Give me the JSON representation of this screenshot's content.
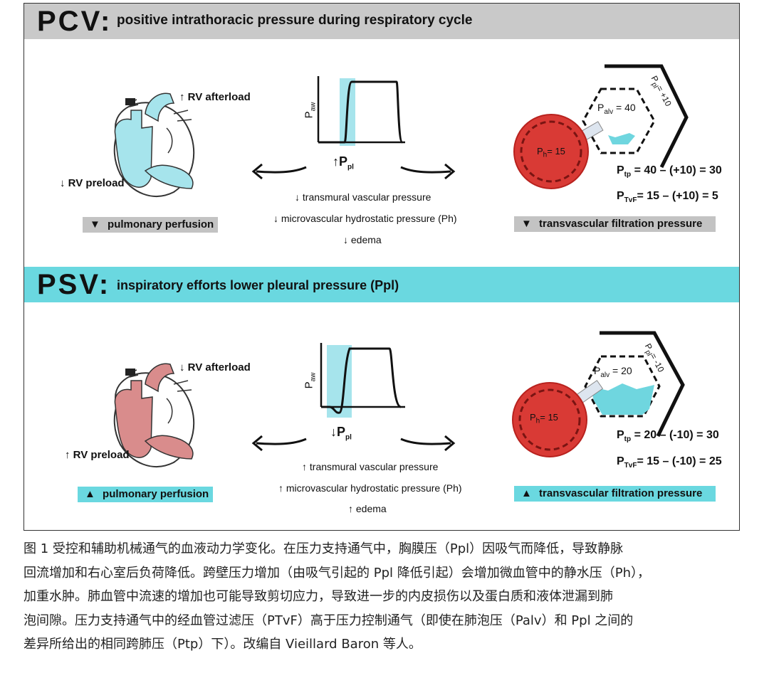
{
  "pcv": {
    "mode": "PCV:",
    "title": "positive intrathoracic pressure during respiratory cycle",
    "rv_afterload": "↑ RV afterload",
    "rv_preload": "↓ RV preload",
    "perfusion": "pulmonary perfusion",
    "paw_label": "P",
    "paw_sub": "aw",
    "ppl_prefix": "↑P",
    "ppl_sub": "pl",
    "effects": [
      "↓ transmural vascular pressure",
      "↓ microvascular hydrostatic pressure (Ph)",
      "↓ edema"
    ],
    "filtration": "transvascular filtration pressure",
    "ph_label": "P",
    "ph_sub": "h",
    "ph_val": "= 15",
    "palv_label": "P",
    "palv_sub": "alv",
    "palv_val": "= 40",
    "ppl_side": "P",
    "ppl_side_sub": "pl",
    "ppl_side_val": "= +10",
    "ptp_label": "P",
    "ptp_sub": "tp",
    "ptp_eq": "= 40 – (+10) = 30",
    "ptvf_label": "P",
    "ptvf_sub": "TvF",
    "ptvf_eq": "= 15 – (+10) = 5",
    "heart_color": "#a6e4ec"
  },
  "psv": {
    "mode": "PSV:",
    "title": "inspiratory efforts lower pleural pressure (Ppl)",
    "rv_afterload": "↓ RV afterload",
    "rv_preload": "↑ RV preload",
    "perfusion": "pulmonary perfusion",
    "paw_label": "P",
    "paw_sub": "aw",
    "ppl_prefix": "↓P",
    "ppl_sub": "pl",
    "effects": [
      "↑ transmural vascular pressure",
      "↑ microvascular hydrostatic pressure (Ph)",
      "↑ edema"
    ],
    "filtration": "transvascular filtration pressure",
    "ph_label": "P",
    "ph_sub": "h",
    "ph_val": "= 15",
    "palv_label": "P",
    "palv_sub": "alv",
    "palv_val": "= 20",
    "ppl_side": "P",
    "ppl_side_sub": "pl",
    "ppl_side_val": "= -10",
    "ptp_label": "P",
    "ptp_sub": "tp",
    "ptp_eq": "= 20 – (-10) = 30",
    "ptvf_label": "P",
    "ptvf_sub": "TvF",
    "ptvf_eq": "= 15 – (-10) = 25",
    "heart_color": "#d98c8c"
  },
  "caption": [
    "图 1 受控和辅助机械通气的血液动力学变化。在压力支持通气中，胸膜压（Ppl）因吸气而降低，导致静脉",
    "回流增加和右心室后负荷降低。跨壁压力增加（由吸气引起的 Ppl 降低引起）会增加微血管中的静水压（Ph），",
    "加重水肿。肺血管中流速的增加也可能导致剪切应力，导致进一步的内皮损伤以及蛋白质和液体泄漏到肺",
    "泡间隙。压力支持通气中的经血管过滤压（PTvF）高于压力控制通气（即使在肺泡压（Palv）和 Ppl 之间的",
    "差异所给出的相同跨肺压（Ptp）下）。改编自 Vieillard Baron 等人。"
  ],
  "colors": {
    "gray_bar": "#c9c9c9",
    "cyan_bar": "#6ad8e0",
    "vessel_red": "#d93a35",
    "water": "#6fd6df"
  }
}
